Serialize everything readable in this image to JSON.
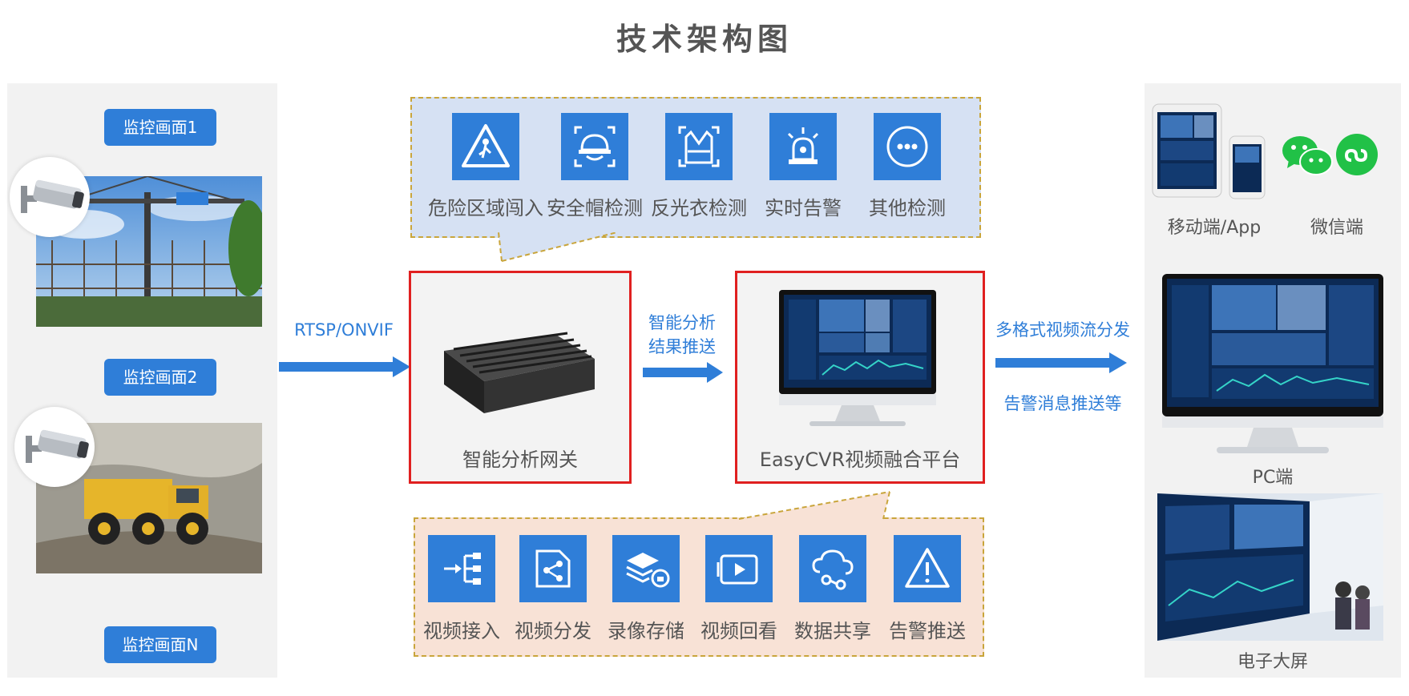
{
  "title": "技术架构图",
  "cameras": [
    {
      "label": "监控画面1"
    },
    {
      "label": "监控画面2"
    },
    {
      "label": "监控画面N"
    }
  ],
  "protocol_label": "RTSP/ONVIF",
  "top_features": [
    "危险区域闯入",
    "安全帽检测",
    "反光衣检测",
    "实时告警",
    "其他检测"
  ],
  "gateway_label": "智能分析网关",
  "middle_arrow_label": [
    "智能分析",
    "结果推送"
  ],
  "platform_label": "EasyCVR视频融合平台",
  "bottom_features": [
    "视频接入",
    "视频分发",
    "录像存储",
    "视频回看",
    "数据共享",
    "告警推送"
  ],
  "distribute_label": "多格式视频流分发",
  "alarm_push_label": "告警消息推送等",
  "clients": {
    "mobile": "移动端/App",
    "wechat": "微信端",
    "pc": "PC端",
    "big_screen": "电子大屏"
  },
  "colors": {
    "accent": "#2f7ed8",
    "highlight_border": "#e02020",
    "bubble_border": "#c9a53b",
    "wechat_green": "#21c147"
  }
}
